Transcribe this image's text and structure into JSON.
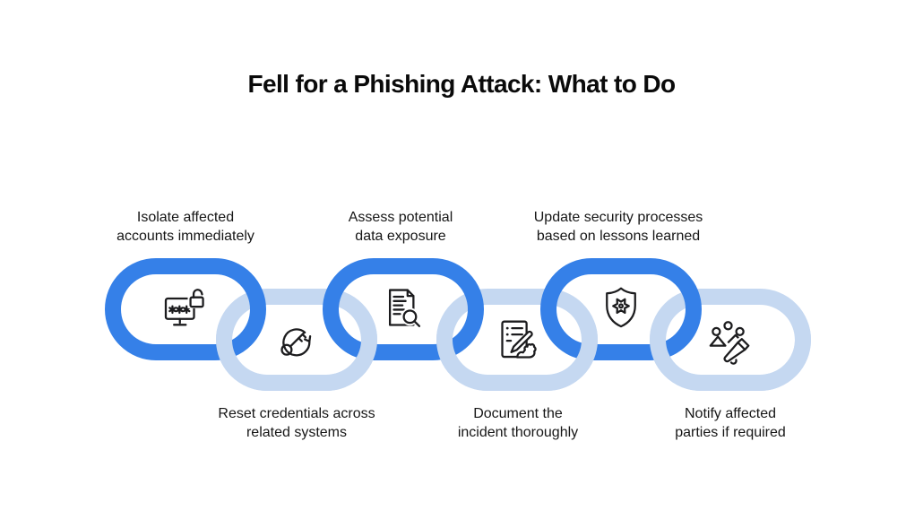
{
  "title": "Fell for a Phishing Attack: What to Do",
  "colors": {
    "link_dark": "#3580e8",
    "link_light": "#c5d8f1",
    "ink": "#1c1c1e",
    "text": "#161616"
  },
  "steps": [
    {
      "label": "Isolate affected\naccounts immediately",
      "icon": "password-monitor-unlock-icon",
      "link_color": "dark",
      "label_position": "top"
    },
    {
      "label": "Reset credentials across\nrelated systems",
      "icon": "key-reset-icon",
      "link_color": "light",
      "label_position": "bottom"
    },
    {
      "label": "Assess potential\ndata exposure",
      "icon": "document-search-icon",
      "link_color": "dark",
      "label_position": "top"
    },
    {
      "label": "Document the\nincident thoroughly",
      "icon": "document-pen-hand-icon",
      "link_color": "light",
      "label_position": "bottom"
    },
    {
      "label": "Update security processes\nbased on lessons learned",
      "icon": "shield-gear-icon",
      "link_color": "dark",
      "label_position": "top"
    },
    {
      "label": "Notify affected\nparties if required",
      "icon": "people-megaphone-icon",
      "link_color": "light",
      "label_position": "bottom"
    }
  ]
}
